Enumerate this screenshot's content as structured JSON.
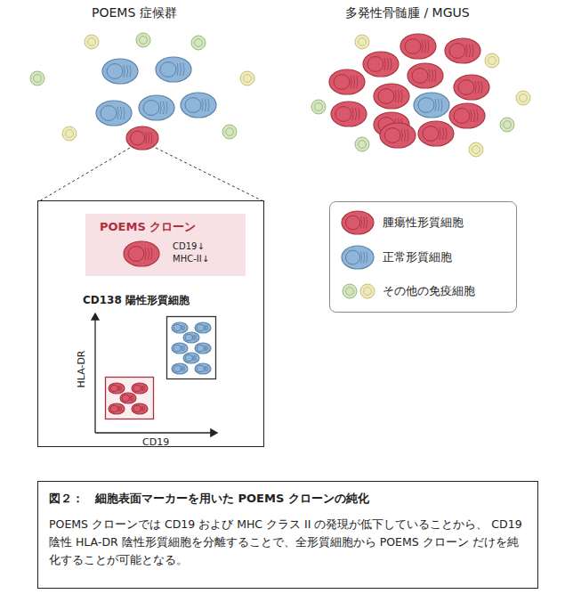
{
  "diagram": {
    "nodes": [
      {
        "text": [
          "CD138 陽性形質細胞"
        ]
      },
      {
        "text": [
          "POEMS クローン",
          "CD19↓",
          "MHC-II↓"
        ],
        "in": 0
      },
      {
        "text": [
          "図２：　細胞表面マーカーを用いた POEMS クローンの純化",
          "POEMS クローンでは CD19 および MHC クラス II の発現が低下していることから、 CD19 陰性 HLA-DR 陰性形質細胞を分離することで、全形質細胞から POEMS クローン だけを純化することが可能となる。"
        ]
      }
    ],
    "labels": [
      "POEMS 症候群",
      "多発性骨髄腫 / MGUS",
      "HLA-DR",
      "CD19"
    ],
    "legend": [
      {
        "text": "腫瘍性形質細胞",
        "color": "#d9586b"
      },
      {
        "text": "正常形質細胞",
        "color": "#8fb5d8"
      },
      {
        "text": "その他の免疫細胞",
        "color": "#d4e5bf"
      }
    ]
  }
}
